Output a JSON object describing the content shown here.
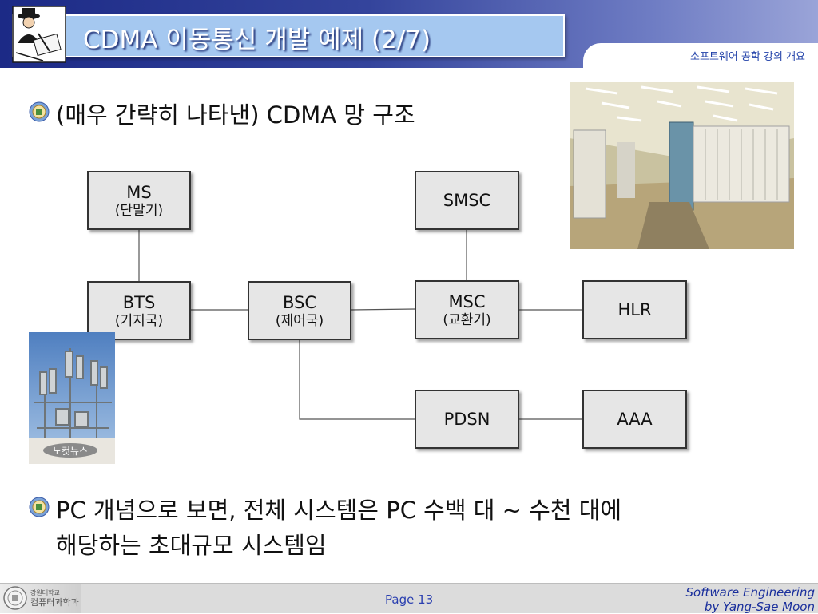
{
  "header": {
    "title": "CDMA 이동통신 개발 예제 (2/7)",
    "course": "소프트웨어 공학 강의 개요"
  },
  "bullets": [
    {
      "text": "(매우 간략히 나타낸) CDMA 망 구조"
    },
    {
      "line1": "PC 개념으로 보면, 전체 시스템은 PC 수백 대 ~ 수천 대에",
      "line2": "해당하는 초대규모 시스템임"
    }
  ],
  "diagram": {
    "nodes": {
      "ms": {
        "main": "MS",
        "sub": "(단말기)"
      },
      "bts": {
        "main": "BTS",
        "sub": "(기지국)"
      },
      "bsc": {
        "main": "BSC",
        "sub": "(제어국)"
      },
      "msc": {
        "main": "MSC",
        "sub": "(교환기)"
      },
      "smsc": {
        "main": "SMSC"
      },
      "hlr": {
        "main": "HLR"
      },
      "pdsn": {
        "main": "PDSN"
      },
      "aaa": {
        "main": "AAA"
      }
    },
    "edges": [
      [
        "MS",
        "BTS"
      ],
      [
        "BTS",
        "BSC"
      ],
      [
        "BSC",
        "MSC"
      ],
      [
        "SMSC",
        "MSC"
      ],
      [
        "MSC",
        "HLR"
      ],
      [
        "BSC",
        "PDSN"
      ],
      [
        "PDSN",
        "AAA"
      ]
    ]
  },
  "photos": {
    "tower_watermark": "노컷뉴스"
  },
  "footer": {
    "university": "강원대학교",
    "department": "컴퓨터과학과",
    "page": "Page 13",
    "credit_line1": "Software Engineering",
    "credit_line2": "by Yang-Sae Moon"
  }
}
